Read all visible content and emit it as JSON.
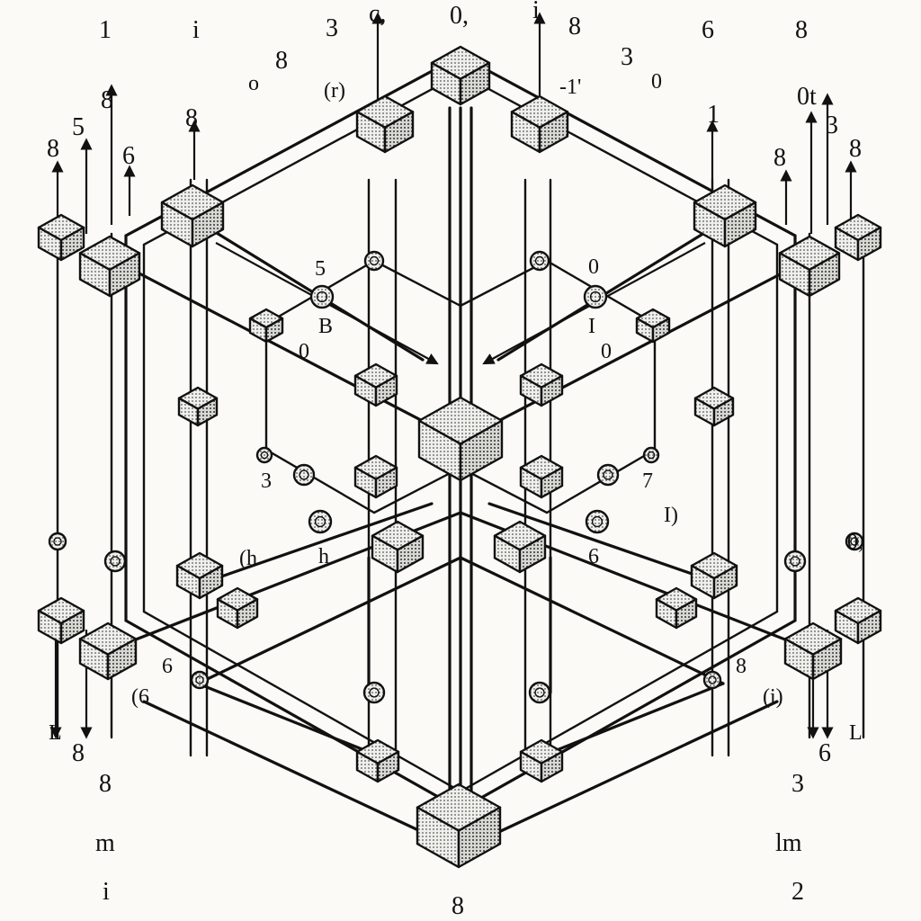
{
  "labels": {
    "top_row": [
      "1",
      "i",
      "3",
      "c,",
      "0,",
      "i",
      "8",
      "6",
      "8"
    ],
    "upper_left": [
      "o",
      "8",
      "(r)"
    ],
    "upper_right": [
      "3",
      "-1'",
      "0"
    ],
    "left_col": [
      "8",
      "5",
      "8",
      "6",
      "8"
    ],
    "right_col": [
      "1",
      "0t",
      "3",
      "8",
      "8"
    ],
    "inner": [
      "5",
      "0",
      "B",
      "I",
      "0",
      "0",
      "3",
      "7",
      "I)",
      "(h",
      "h",
      "6"
    ],
    "lower": [
      "6",
      "(6",
      "8",
      "(i)",
      "0,"
    ],
    "bottom_left": [
      "L",
      "8",
      "8",
      "m",
      "i"
    ],
    "bottom_right": [
      "L",
      "6",
      "3",
      "lm",
      "2"
    ],
    "bottom_center": "8"
  }
}
